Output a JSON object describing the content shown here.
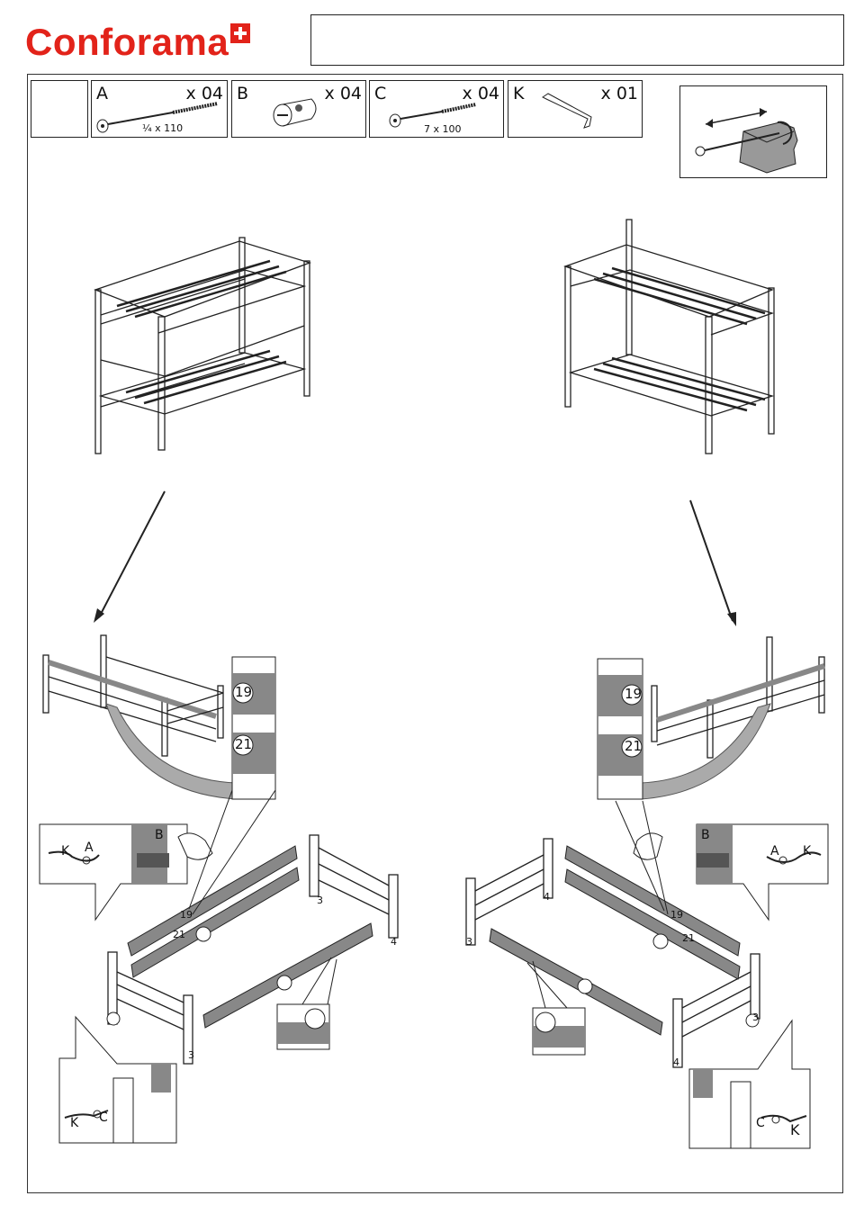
{
  "brand": {
    "name": "Conforama"
  },
  "parts": [
    {
      "id": "A",
      "qty": "x 04",
      "dim": "¼ x 110"
    },
    {
      "id": "B",
      "qty": "x 04",
      "dim": ""
    },
    {
      "id": "C",
      "qty": "x 04",
      "dim": "7 x 100"
    },
    {
      "id": "K",
      "qty": "x 01",
      "dim": ""
    }
  ],
  "callouts": {
    "left": {
      "bar_top": "19",
      "bar_bottom": "21",
      "post_front": "3",
      "post_back": "4",
      "post_mid": "3",
      "tool_k": "K",
      "tool_a": "A",
      "insert_b": "B",
      "bolt_c": "C",
      "wrench_k": "K"
    },
    "right": {
      "bar_top": "19",
      "bar_bottom": "21",
      "post_front": "3",
      "post_back": "4",
      "post_mid": "4",
      "tool_k": "K",
      "tool_a": "A",
      "insert_b": "B",
      "bolt_c": "C",
      "wrench_k": "K"
    }
  },
  "colors": {
    "brand_red": "#e2231a",
    "panel_gray": "#8a8a8a",
    "line": "#222222"
  }
}
